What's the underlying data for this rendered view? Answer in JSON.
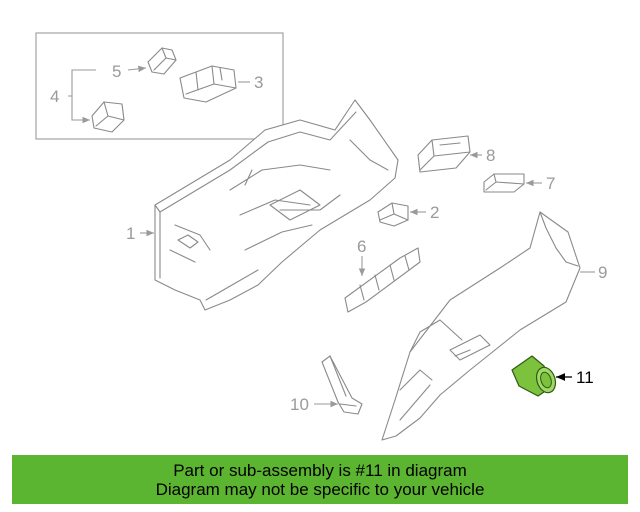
{
  "callouts": {
    "c1": "1",
    "c2": "2",
    "c3": "3",
    "c4": "4",
    "c5": "5",
    "c6": "6",
    "c7": "7",
    "c8": "8",
    "c9": "9",
    "c10": "10",
    "c11": "11"
  },
  "highlight": {
    "part_number": "11",
    "color": "#7dc23c"
  },
  "banner": {
    "line1": "Part or sub-assembly is #11 in diagram",
    "line2": "Diagram may not be specific to your vehicle",
    "background": "#5cb531"
  }
}
